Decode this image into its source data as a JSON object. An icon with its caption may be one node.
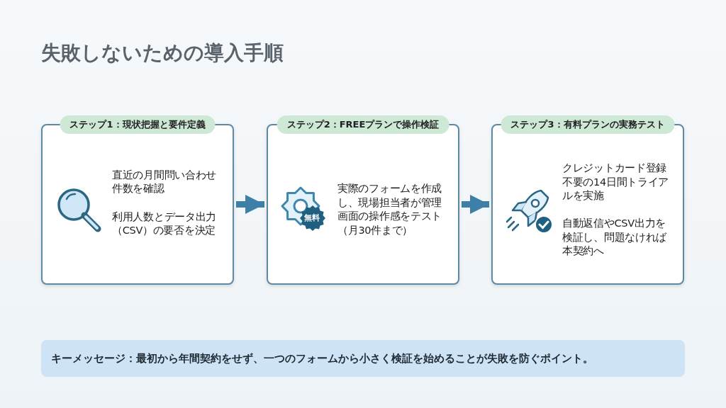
{
  "diagram": {
    "title": "失敗しないための導入手順",
    "nodes": [
      {
        "text": [
          "ステップ1：現状把握と要件定義",
          "直近の月間問い合わせ件数を確認",
          "利用人数とデータ出力（CSV）の要否を決定"
        ]
      },
      {
        "text": [
          "ステップ2：FREEプランで操作検証",
          "実際のフォームを作成し、現場担当者が管理画面の操作感をテスト（月30件まで）"
        ]
      },
      {
        "text": [
          "ステップ3：有料プランの実務テスト",
          "クレジットカード登録不要の14日間トライアルを実施",
          "自動返信やCSV出力を検証し、問題なければ本契約へ"
        ]
      },
      {
        "text": [
          "キーメッセージ：最初から年間契約をせず、一つのフォームから小さく検証を始めることが失敗を防ぐポイント。"
        ]
      }
    ],
    "edges": [
      {
        "from": 0,
        "to": 1,
        "arrow": "to"
      },
      {
        "from": 1,
        "to": 2,
        "arrow": "to"
      }
    ],
    "labels": [
      "無料"
    ]
  }
}
